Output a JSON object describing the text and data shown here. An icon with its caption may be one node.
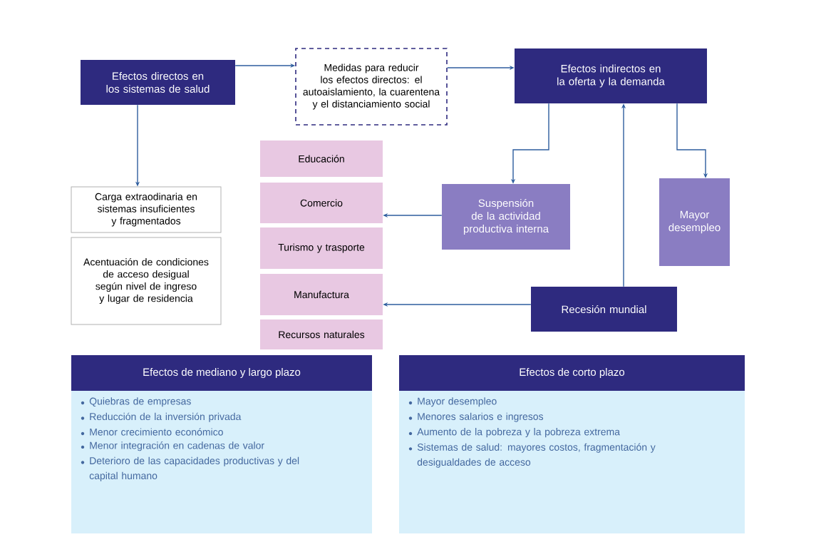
{
  "diagram": {
    "nodes": [
      {
        "text": [
          "Efectos directos en los sistemas de salud"
        ]
      },
      {
        "text": [
          "Medidas para reducir los efectos directos: el autoaislamiento, la cuarentena y el distanciamiento social"
        ]
      },
      {
        "text": [
          "Efectos indirectos en la oferta y la demanda"
        ]
      },
      {
        "text": [
          "Carga extraodinaria en sistemas insuficientes y fragmentados"
        ]
      },
      {
        "text": [
          "Acentuación de condiciones de acceso desigual según nivel de ingreso y lugar de residencia"
        ]
      },
      {
        "text": [
          "Educación"
        ]
      },
      {
        "text": [
          "Comercio"
        ]
      },
      {
        "text": [
          "Turismo y trasporte"
        ]
      },
      {
        "text": [
          "Manufactura"
        ]
      },
      {
        "text": [
          "Recursos naturales"
        ]
      },
      {
        "text": [
          "Suspensión de la actividad productiva interna"
        ]
      },
      {
        "text": [
          "Mayor desempleo"
        ]
      },
      {
        "text": [
          "Recesión mundial"
        ]
      },
      {
        "text": [
          "Efectos de mediano y largo plazo",
          "Quiebras de empresas",
          "Reducción de la inversión privada",
          "Menor crecimiento económico",
          "Menor integración en cadenas de valor",
          "Deterioro de las capacidades productivas y del capital humano"
        ]
      },
      {
        "text": [
          "Efectos de corto plazo",
          "Mayor desempleo",
          "Menores salarios e ingresos",
          "Aumento de la pobreza y la pobreza extrema",
          "Sistemas de salud: mayores costos, fragmentación y desigualdades de acceso"
        ]
      }
    ],
    "edges": [
      {
        "from": 0,
        "to": 1,
        "arrow": "to"
      },
      {
        "from": 1,
        "to": 2,
        "arrow": "to"
      },
      {
        "from": 0,
        "to": 3,
        "arrow": "to"
      },
      {
        "from": 2,
        "to": 10,
        "arrow": "to"
      },
      {
        "from": 2,
        "to": 11,
        "arrow": "to"
      },
      {
        "from": 12,
        "to": 2,
        "arrow": "to"
      },
      {
        "from": 10,
        "to": 6,
        "arrow": "to"
      },
      {
        "from": 12,
        "to": 8,
        "arrow": "to"
      }
    ]
  }
}
